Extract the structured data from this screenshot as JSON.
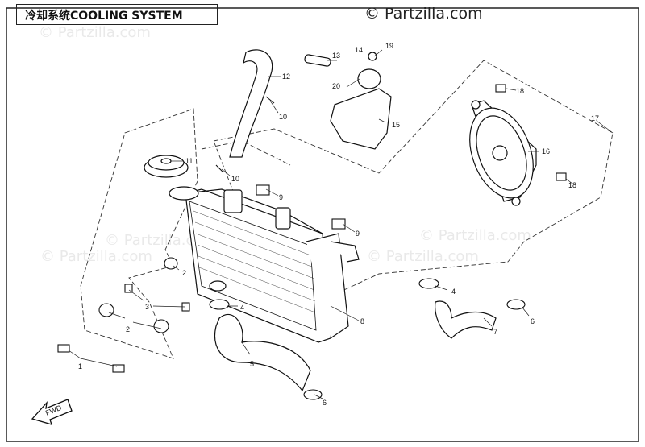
{
  "title": "冷却系统COOLING SYSTEM",
  "watermark": "© Partzilla.com",
  "fwd_label": "FWD",
  "callouts": [
    "1",
    "2",
    "2",
    "3",
    "4",
    "4",
    "5",
    "6",
    "6",
    "7",
    "8",
    "9",
    "9",
    "10",
    "10",
    "11",
    "12",
    "13",
    "14",
    "15",
    "16",
    "17",
    "18",
    "18",
    "19",
    "20"
  ]
}
